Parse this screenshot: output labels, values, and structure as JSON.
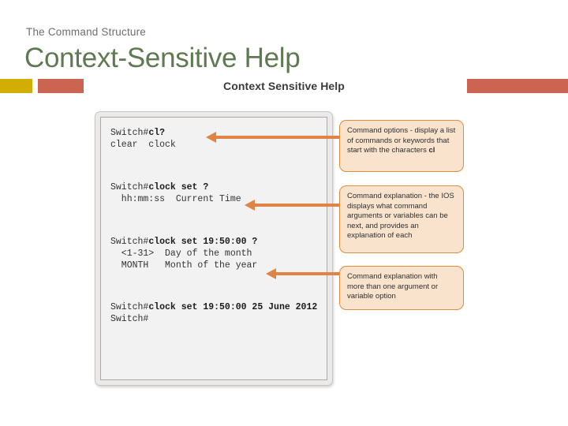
{
  "slide": {
    "eyebrow": "The Command Structure",
    "title": "Context-Sensitive Help",
    "banner_title": "Context Sensitive Help",
    "colors": {
      "title_green": "#5f7a52",
      "bar_yellow": "#d2ad05",
      "bar_red": "#cb6450",
      "arrow_orange": "#e08344",
      "callout_fill": "#f9e3cd",
      "callout_border": "#e08b3e"
    }
  },
  "console": {
    "blocks": [
      {
        "prompt": "Switch#",
        "command": "cl?",
        "output": [
          "clear  clock"
        ]
      },
      {
        "prompt": "Switch#",
        "command": "clock set ?",
        "output": [
          "  hh:mm:ss  Current Time"
        ]
      },
      {
        "prompt": "Switch#",
        "command": "clock set 19:50:00 ?",
        "output": [
          "  <1-31>  Day of the month",
          "  MONTH   Month of the year"
        ]
      },
      {
        "prompt": "Switch#",
        "command": "clock set 19:50:00 25 June 2012",
        "output": [
          "Switch#"
        ]
      }
    ]
  },
  "callouts": [
    {
      "id": "command-options",
      "text_before": "Command options - display a list of commands or keywords that start with the characters ",
      "bold_token": "cl",
      "text_after": ""
    },
    {
      "id": "command-explanation",
      "text_before": "Command explanation - the IOS displays what command arguments or variables can be next, and provides an explanation of each",
      "bold_token": "",
      "text_after": ""
    },
    {
      "id": "command-explanation-multi",
      "text_before": "Command explanation with more than one argument or variable option",
      "bold_token": "",
      "text_after": ""
    }
  ]
}
